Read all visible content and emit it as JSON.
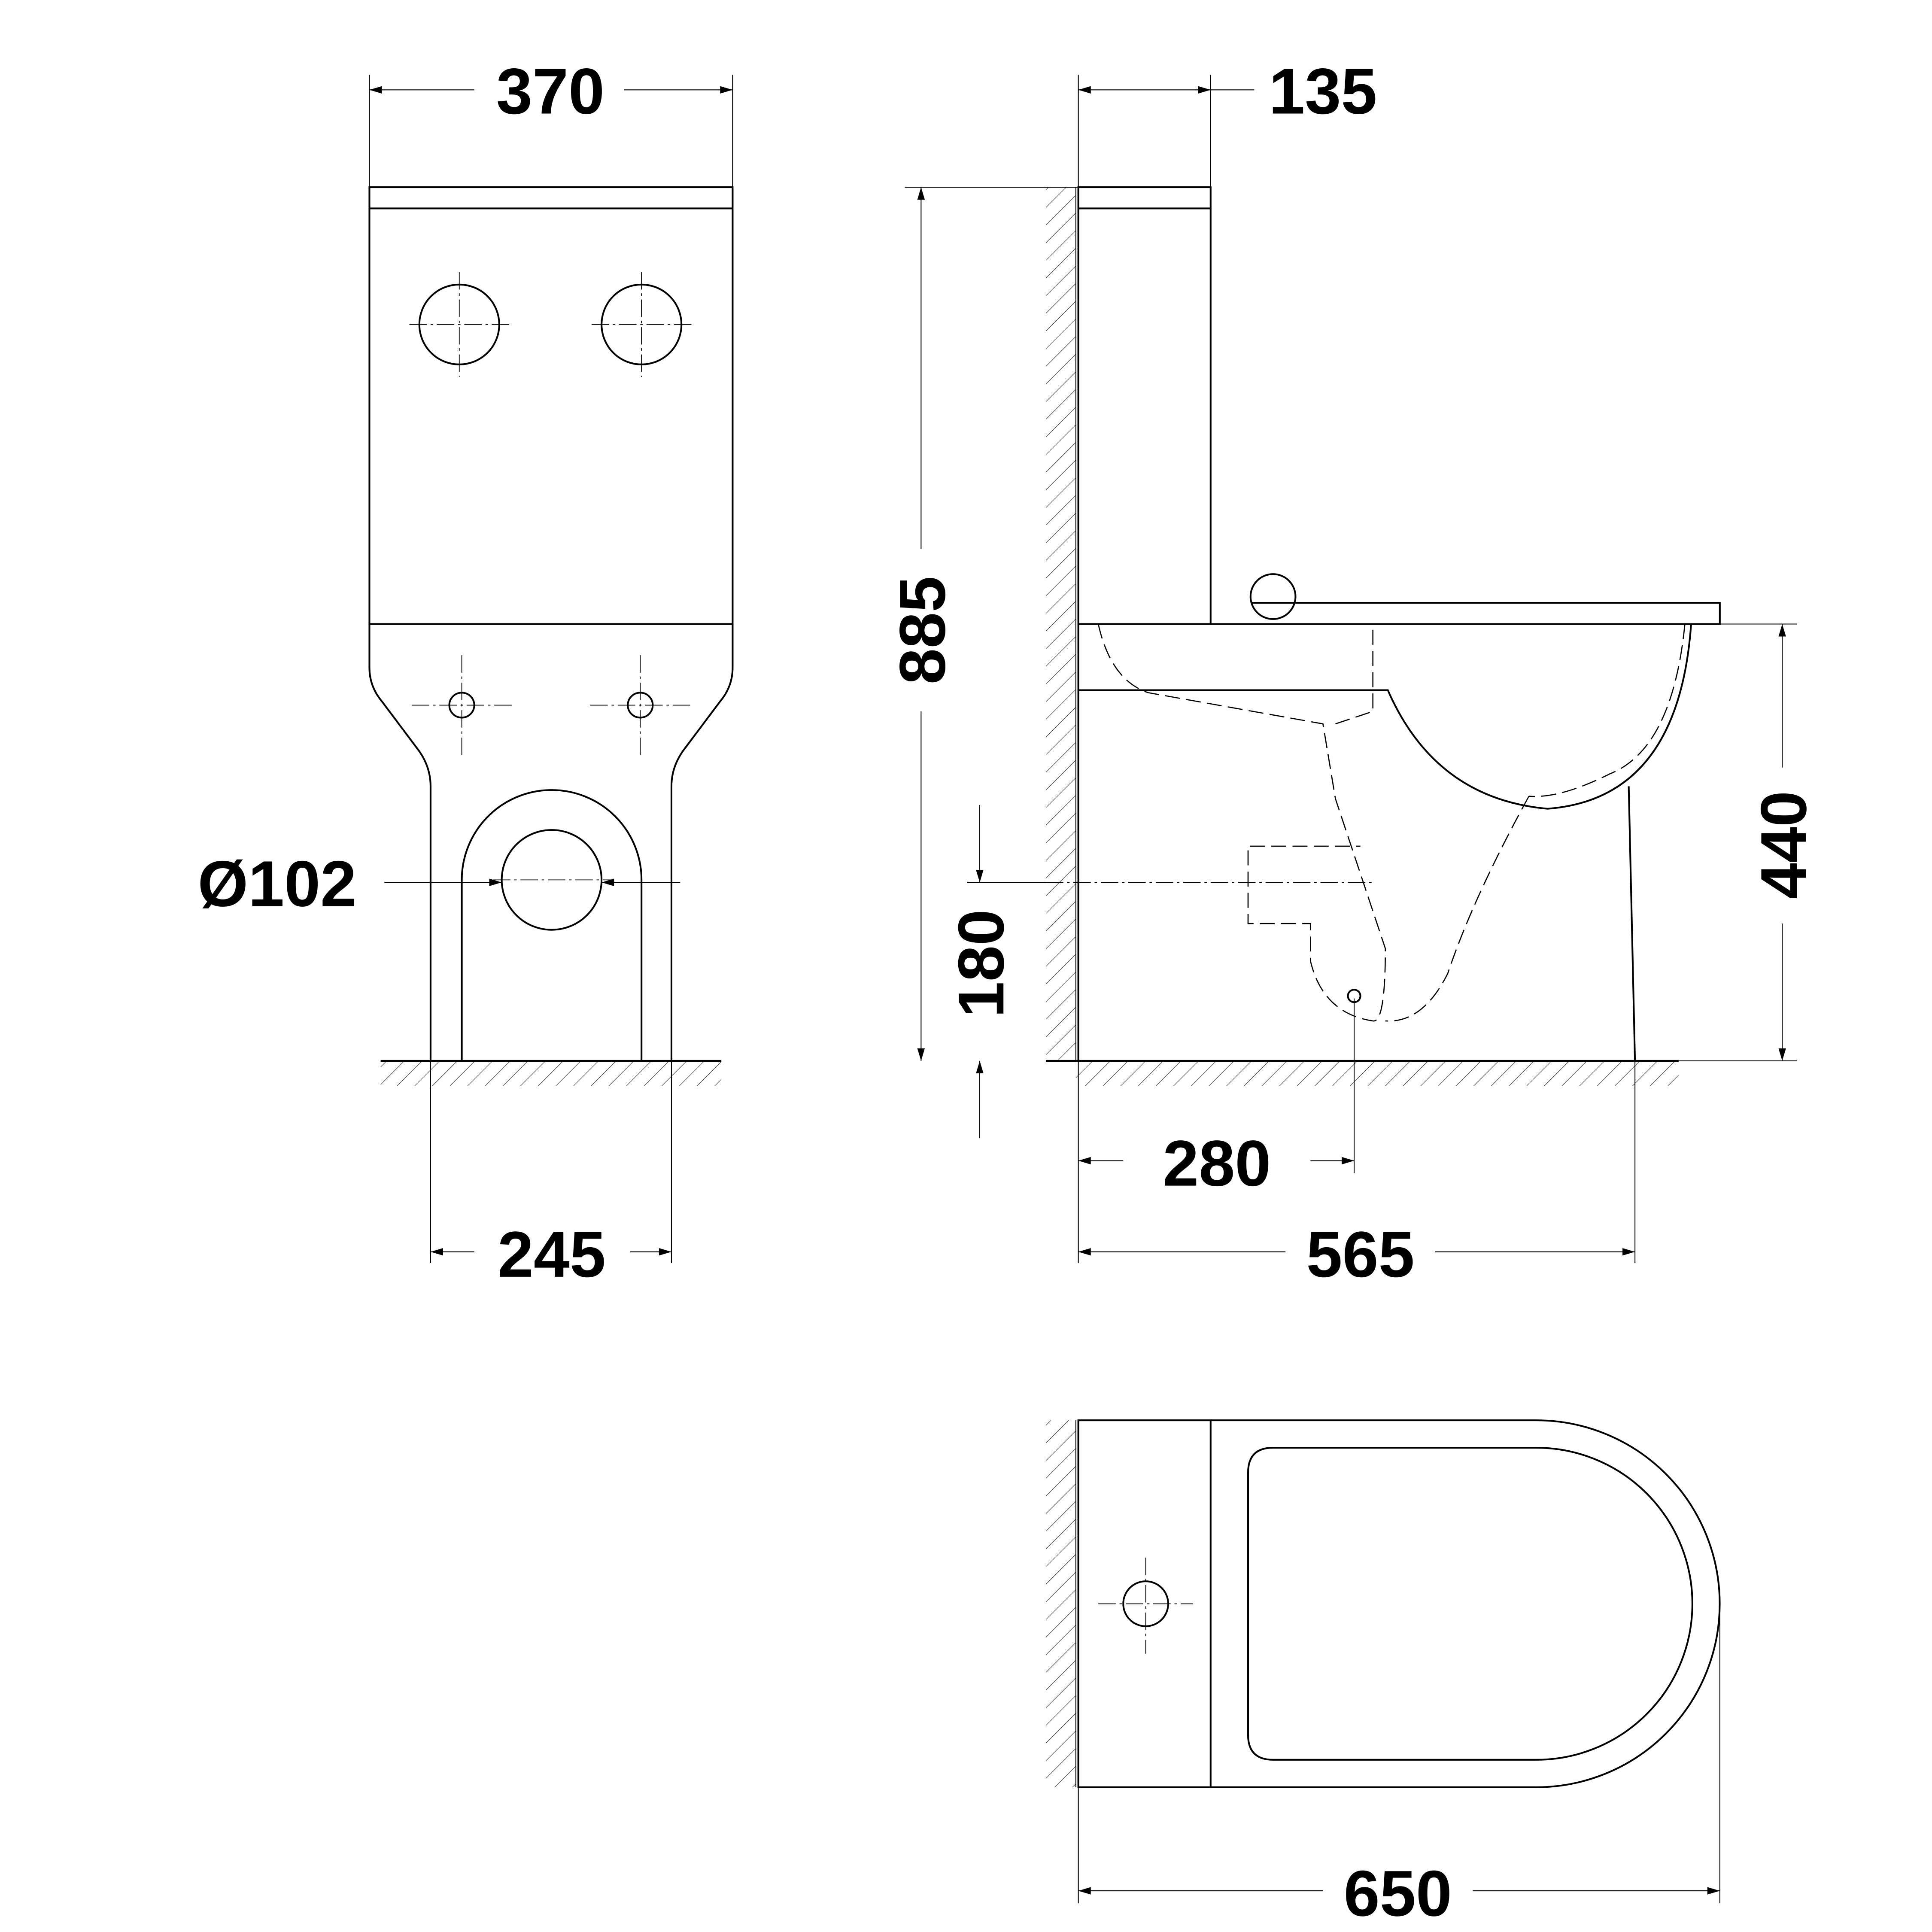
{
  "drawing": {
    "front_view": {
      "width_overall": "370",
      "foot_width": "245",
      "outlet_diameter": "Ø102"
    },
    "side_view": {
      "tank_depth": "135",
      "total_height": "885",
      "seat_height": "440",
      "outlet_height": "180",
      "outlet_to_wall": "280",
      "depth_overall": "565"
    },
    "top_view": {
      "length_overall": "650"
    }
  }
}
